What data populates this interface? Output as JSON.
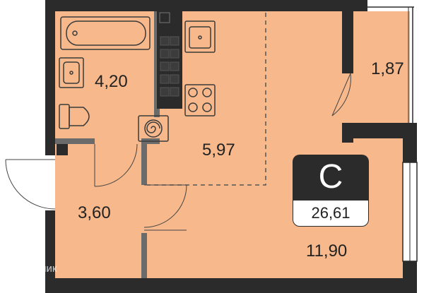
{
  "rooms": {
    "bathroom_area": "4,20",
    "kitchen_area": "5,97",
    "balcony_area": "1,87",
    "hallway_area": "3,60",
    "living_area": "11,90"
  },
  "badge": {
    "type_letter": "С",
    "total_area": "26,61"
  },
  "watermark": {
    "text": "Домклик"
  },
  "colors": {
    "floor": "#f7b98c",
    "wall": "#2b2b2b",
    "fixture_line": "#3a3a3a"
  }
}
